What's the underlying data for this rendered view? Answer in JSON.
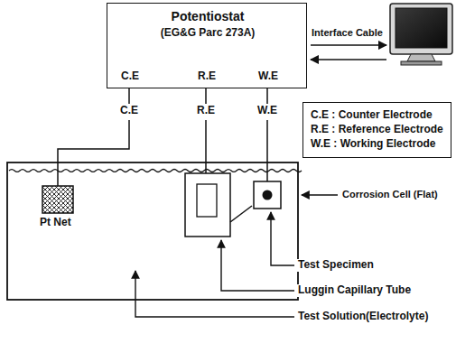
{
  "diagram": {
    "nodes": [
      {
        "text": [
          "Potentiostat",
          "(EG&G Parc 273A)",
          "C.E",
          "R.E",
          "W.E"
        ]
      },
      {
        "text": [
          "C.E : Counter Electrode",
          "R.E : Reference Electrode",
          "W.E : Working Electrode"
        ]
      }
    ],
    "labels": [
      "Interface Cable",
      "C.E",
      "R.E",
      "W.E",
      "Pt Net",
      "Corrosion Cell (Flat)",
      "Test Specimen",
      "Luggin Capillary Tube",
      "Test Solution(Electrolyte)"
    ]
  }
}
